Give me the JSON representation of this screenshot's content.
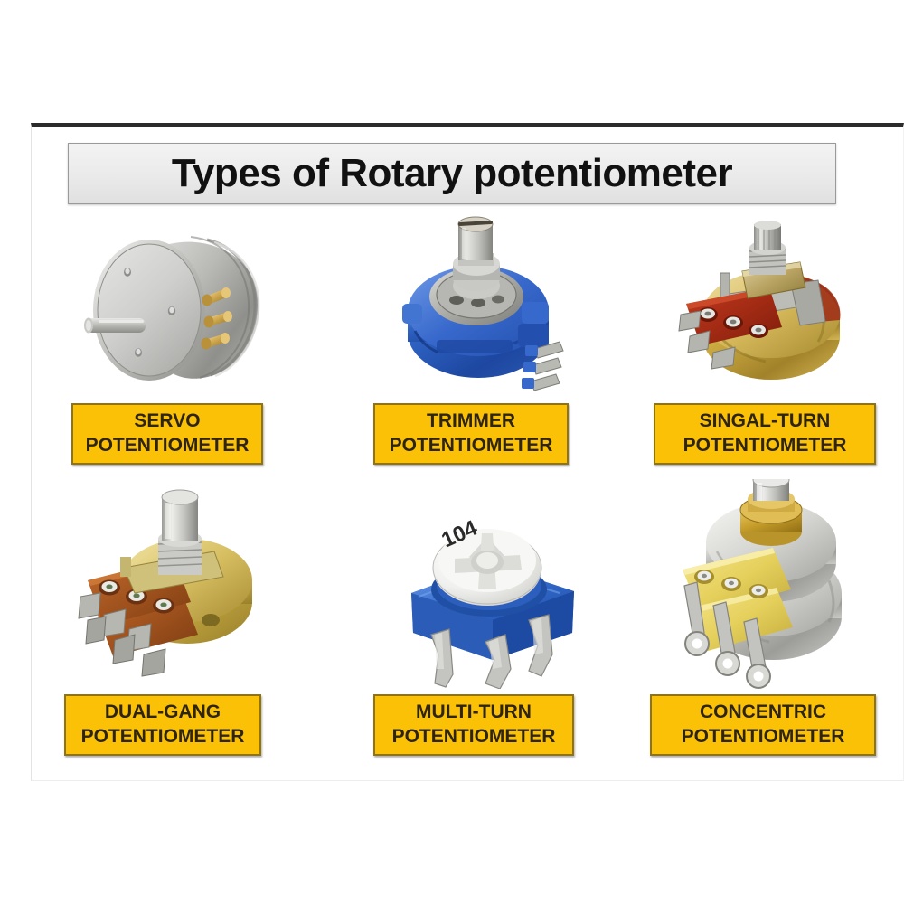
{
  "slide": {
    "title": "Types of Rotary potentiometer",
    "background_color": "#ffffff",
    "frame_line_color": "#2b2b2b",
    "caption_fill_color": "#fbc107",
    "caption_border_color": "#8f7318",
    "caption_text_color": "#2e2412",
    "title_plate_color": "#eaeaea"
  },
  "items": [
    {
      "id": "servo",
      "image_name": "servo-potentiometer-photo",
      "image_description": "Cylindrical silver metal servo potentiometer with protruding shaft and three gold terminal pins",
      "caption_line1": "SERVO",
      "caption_line2": "POTENTIOMETER"
    },
    {
      "id": "trimmer",
      "image_name": "trimmer-potentiometer-photo",
      "image_description": "Blue round trimmer potentiometer with metal shaft on top and side terminals",
      "caption_line1": "TRIMMER",
      "caption_line2": "POTENTIOMETER"
    },
    {
      "id": "singal-turn",
      "image_name": "singal-turn-potentiometer-photo",
      "image_description": "Brass bodied single-turn potentiometer with red phenolic terminal strip and knurled shaft",
      "caption_line1": "SINGAL-TURN",
      "caption_line2": "POTENTIOMETER"
    },
    {
      "id": "dual-gang",
      "image_name": "dual-gang-potentiometer-photo",
      "image_description": "Dual-gang potentiometer with brown phenolic wafers, six terminals and steel shaft",
      "caption_line1": "DUAL-GANG",
      "caption_line2": "POTENTIOMETER"
    },
    {
      "id": "multi-turn",
      "image_name": "multi-turn-potentiometer-photo",
      "image_description": "Blue multi-turn trimpot with white adjustment top marked 104 and three silver pins",
      "caption_line1": "MULTI-TURN",
      "caption_line2": "POTENTIOMETER",
      "marking": "104"
    },
    {
      "id": "concentric",
      "image_name": "concentric-potentiometer-photo",
      "image_description": "Concentric potentiometer with silver can, yellow terminal wafers and brass bushing",
      "caption_line1": "CONCENTRIC",
      "caption_line2": "POTENTIOMETER"
    }
  ]
}
